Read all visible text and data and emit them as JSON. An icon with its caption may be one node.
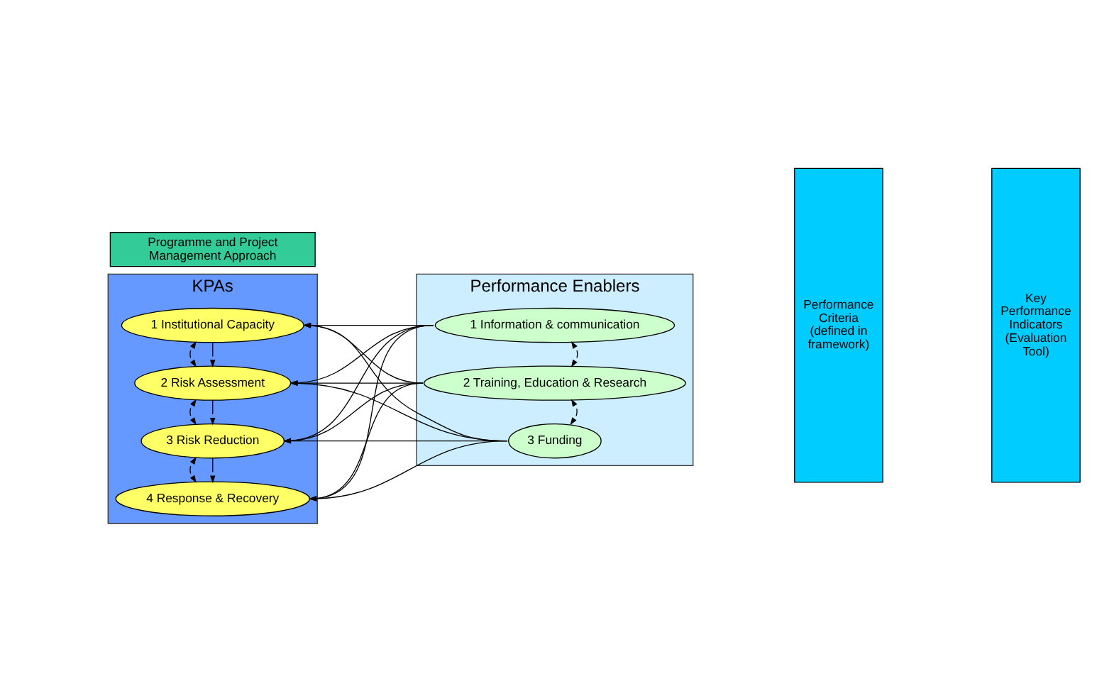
{
  "diagram": {
    "nodes": [
      {
        "text": [
          "KPAs"
        ]
      },
      {
        "text": [
          "1 Institutional Capacity"
        ],
        "in": 0
      },
      {
        "text": [
          "2 Risk Assessment"
        ],
        "in": 0
      },
      {
        "text": [
          "3 Risk Reduction"
        ],
        "in": 0
      },
      {
        "text": [
          "4 Response & Recovery"
        ],
        "in": 0
      },
      {
        "text": [
          "Performance Enablers"
        ]
      },
      {
        "text": [
          "1 Information & communication"
        ],
        "in": 5
      },
      {
        "text": [
          "2 Training, Education & Research"
        ],
        "in": 5
      },
      {
        "text": [
          "3 Funding"
        ],
        "in": 5
      },
      {
        "text": [
          "Performance Criteria (defined in framework)"
        ]
      },
      {
        "text": [
          "Key Performance Indicators (Evaluation Tool)"
        ]
      },
      {
        "text": [
          "Programme and Project Management Approach"
        ]
      }
    ],
    "edges": [
      {
        "from": 1,
        "to": 2,
        "arrow": "to"
      },
      {
        "from": 2,
        "to": 3,
        "arrow": "to"
      },
      {
        "from": 3,
        "to": 4,
        "arrow": "to"
      },
      {
        "from": 1,
        "to": 2,
        "arrow": "both"
      },
      {
        "from": 2,
        "to": 3,
        "arrow": "both"
      },
      {
        "from": 3,
        "to": 4,
        "arrow": "both"
      },
      {
        "from": 6,
        "to": 7,
        "arrow": "both"
      },
      {
        "from": 7,
        "to": 8,
        "arrow": "both"
      },
      {
        "from": 6,
        "to": 1,
        "arrow": "to"
      },
      {
        "from": 6,
        "to": 2,
        "arrow": "to"
      },
      {
        "from": 6,
        "to": 3,
        "arrow": "to"
      },
      {
        "from": 6,
        "to": 4,
        "arrow": "to"
      },
      {
        "from": 7,
        "to": 1,
        "arrow": "to"
      },
      {
        "from": 7,
        "to": 2,
        "arrow": "to"
      },
      {
        "from": 7,
        "to": 3,
        "arrow": "to"
      },
      {
        "from": 7,
        "to": 4,
        "arrow": "to"
      },
      {
        "from": 8,
        "to": 1,
        "arrow": "to"
      },
      {
        "from": 8,
        "to": 2,
        "arrow": "to"
      },
      {
        "from": 8,
        "to": 3,
        "arrow": "to"
      },
      {
        "from": 8,
        "to": 4,
        "arrow": "to"
      }
    ]
  }
}
